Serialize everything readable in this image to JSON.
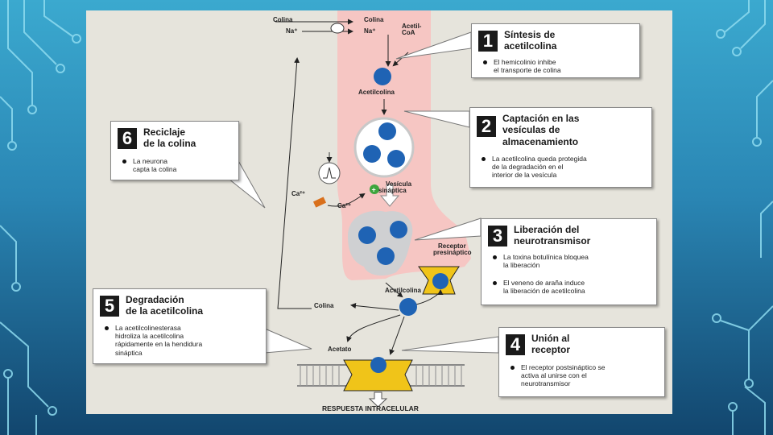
{
  "labels": {
    "colina_out": "Colina",
    "na_out": "Na⁺",
    "colina_in": "Colina",
    "na_in": "Na⁺",
    "acetil_coa_1": "Acetil-",
    "acetil_coa_2": "CoA",
    "acetilcolina_top": "Acetilcolina",
    "vesicula_1": "Vesícula",
    "vesicula_2": "sináptica",
    "ca_out": "Ca²⁺",
    "ca_in": "Ca²⁺",
    "receptor_pre_1": "Receptor",
    "receptor_pre_2": "presináptico",
    "acetilcolina_cleft": "Acetilcolina",
    "colina_cleft": "Colina",
    "acetato": "Acetato",
    "respuesta": "RESPUESTA INTRACELULAR"
  },
  "steps": [
    {
      "num": "1",
      "title_1": "Síntesis de",
      "title_2": "acetilcolina",
      "title_3": "",
      "bullets": [
        {
          "line_1": "El hemicolinio inhibe",
          "line_2": "el transporte de colina",
          "line_3": ""
        }
      ]
    },
    {
      "num": "2",
      "title_1": "Captación en las",
      "title_2": "vesículas de",
      "title_3": "almacenamiento",
      "bullets": [
        {
          "line_1": "La acetilcolina queda protegida",
          "line_2": "de la degradación en el",
          "line_3": "interior de la vesícula"
        }
      ]
    },
    {
      "num": "3",
      "title_1": "Liberación del",
      "title_2": "neurotransmisor",
      "title_3": "",
      "bullets": [
        {
          "line_1": "La toxina botulínica bloquea",
          "line_2": "la liberación",
          "line_3": ""
        },
        {
          "line_1": "El veneno de araña induce",
          "line_2": "la liberación de acetilcolina",
          "line_3": ""
        }
      ]
    },
    {
      "num": "4",
      "title_1": "Unión al",
      "title_2": "receptor",
      "title_3": "",
      "bullets": [
        {
          "line_1": "El receptor postsináptico se",
          "line_2": "activa al unirse con el",
          "line_3": "neurotransmisor"
        }
      ]
    },
    {
      "num": "5",
      "title_1": "Degradación",
      "title_2": "de la acetilcolina",
      "title_3": "",
      "bullets": [
        {
          "line_1": "La acetilcolinesterasa",
          "line_2": "hidroliza la acetilcolina",
          "line_3": "rápidamente en la hendidura",
          "line_4": "sináptica"
        }
      ]
    },
    {
      "num": "6",
      "title_1": "Reciclaje",
      "title_2": "de la colina",
      "title_3": "",
      "bullets": [
        {
          "line_1": "La neurona",
          "line_2": "capta la colina",
          "line_3": ""
        }
      ]
    }
  ],
  "icons": {
    "molecule": "acetylcholine-molecule-icon",
    "vesicle": "synaptic-vesicle-icon",
    "action_potential": "action-potential-icon",
    "calcium_channel": "calcium-channel-icon",
    "plus": "plus-icon",
    "receptor": "receptor-icon"
  },
  "colors": {
    "neuron": "#f6c6c3",
    "molecule": "#1f63b4",
    "receptor": "#f0c419",
    "panel": "#e6e4dc"
  }
}
